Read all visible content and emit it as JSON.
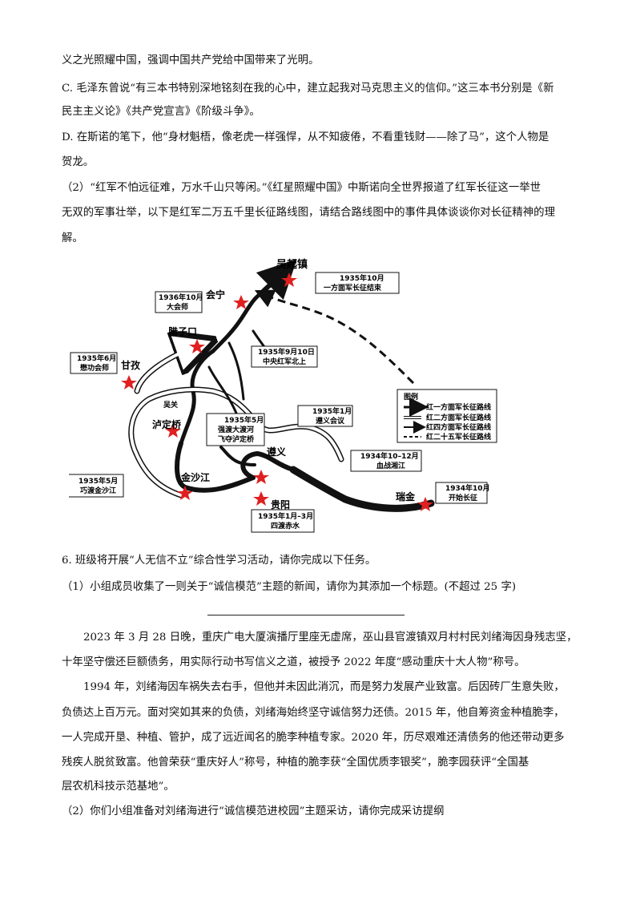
{
  "text": {
    "l1": "义之光照耀中国，强调中国共产党给中国带来了光明。",
    "c1": "C. 毛泽东曾说“有三本书特别深地铭刻在我的心中，建立起我对马克思主义的信仰。”这三本书分别是《新",
    "c2": "民主主义论》《共产党宣言》《阶级斗争》。",
    "d1": "D. 在斯诺的笔下，他“身材魁梧，像老虎一样强悍，从不知疲倦，不看重钱财——除了马”，这个人物是",
    "d2": "贺龙。",
    "q2a": "（2）“红军不怕远征难，万水千山只等闲。”《红星照耀中国》中斯诺向全世界报道了红军长征这一举世",
    "q2b": "无双的军事壮举，以下是红军二万五千里长征路线图，请结合路线图中的事件具体谈谈你对长征精神的理",
    "q2c": "解。",
    "q6": "6. 班级将开展“人无信不立”综合性学习活动，请你完成以下任务。",
    "q6_1": "（1）小组成员收集了一则关于“诚信模范”主题的新闻，请你为其添加一个标题。(不超过 25 字)",
    "p1a": "2023 年 3 月 28 日晚，重庆广电大厦演播厅里座无虚席，巫山县官渡镇双月村村民刘绪海因身残志坚，",
    "p1b": "十年坚守偿还巨额债务，用实际行动书写信义之道，被授予 2022 年度“感动重庆十大人物”称号。",
    "p2a": "1994 年，刘绪海因车祸失去右手，但他并未因此消沉，而是努力发展产业致富。后因砖厂生意失败，",
    "p2b": "负债达上百万元。面对突如其来的负债，刘绪海始终坚守诚信努力还债。2015 年，他自筹资金种植脆李，",
    "p2c": "一人完成开垦、种植、管护，成了远近闻名的脆李种植专家。2020 年，历尽艰难还清债务的他还带动更多",
    "p2d": "残疾人脱贫致富。他曾荣获“重庆好人”称号，种植的脆李获“全国优质李银奖”，脆李园获评“全国基",
    "p2e": "层农机科技示范基地”。",
    "q6_2": "（2）你们小组准备对刘绪海进行“诚信模范进校园”主题采访，请你完成采访提纲"
  },
  "map": {
    "places": {
      "wuqi": "吴起镇",
      "huining": "会宁",
      "lazikou": "腊子口",
      "ganzi": "甘孜",
      "luding": "泸定桥",
      "jinsha": "金沙江",
      "zunyi": "遵义",
      "guiyang": "贵阳",
      "ruijin": "瑞金",
      "wuguan": "吴关"
    },
    "events": {
      "e1_date": "1935年10月",
      "e1_text": "一方面军长征结束",
      "e2_date": "1936年10月",
      "e2_text": "大会师",
      "e3_date": "1935年9月10日",
      "e3_text": "中央红军北上",
      "e4_date": "1935年6月",
      "e4_text": "懋功会师",
      "e5_date": "1935年5月",
      "e5_text1": "强渡大渡河",
      "e5_text2": "飞夺泸定桥",
      "e6_date": "1935年1月",
      "e6_text": "遵义会议",
      "e7_date": "1934年10–12月",
      "e7_text": "血战湘江",
      "e8_date": "1935年5月",
      "e8_text": "巧渡金沙江",
      "e9_date": "1934年10月",
      "e9_text": "开始长征",
      "e10_date": "1935年1月–3月",
      "e10_text": "四渡赤水"
    },
    "legend": {
      "title": "图例",
      "items": [
        "红一方面军长征路线",
        "红二方面军长征路线",
        "红四方面军长征路线",
        "红二十五军长征路线"
      ]
    }
  }
}
